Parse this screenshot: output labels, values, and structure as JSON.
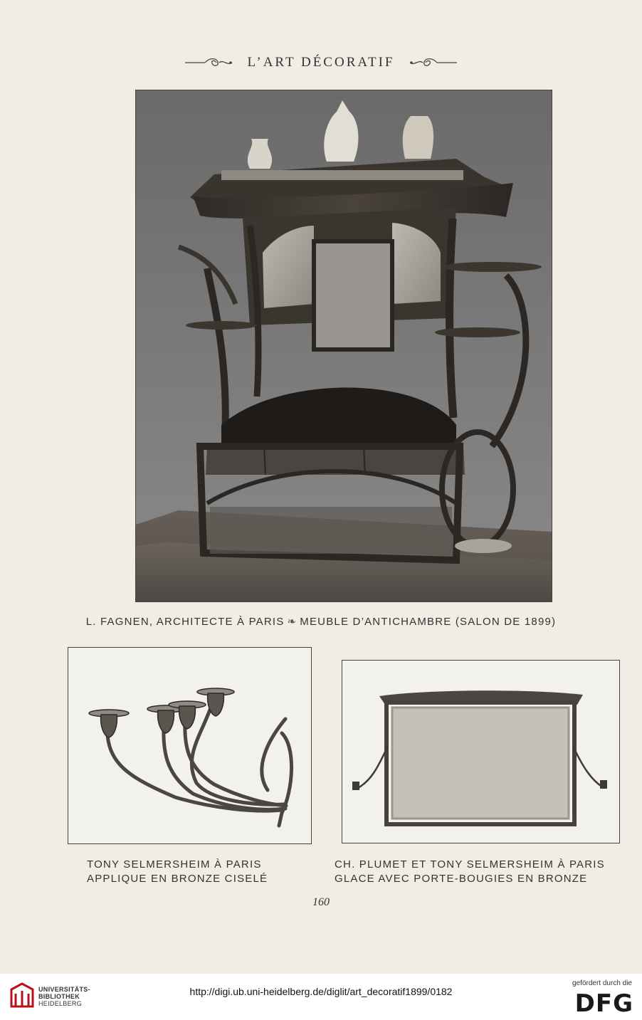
{
  "header": {
    "title": "L’ART DÉCORATIF"
  },
  "plates": {
    "main": {
      "caption_left": "L. FAGNEN, ARCHITECTE À PARIS",
      "caption_separator": "❧",
      "caption_right": "MEUBLE D’ANTICHAMBRE (SALON DE 1899)"
    },
    "left": {
      "caption_line1": "TONY SELMERSHEIM À PARIS",
      "caption_line2": "APPLIQUE EN BRONZE CISELÉ"
    },
    "right": {
      "caption_line1": "CH. PLUMET ET TONY SELMERSHEIM À PARIS",
      "caption_line2": "GLACE AVEC PORTE-BOUGIES EN BRONZE"
    }
  },
  "page_number": "160",
  "footer": {
    "library_line1": "UNIVERSITÄTS-",
    "library_line2": "BIBLIOTHEK",
    "library_line3": "HEIDELBERG",
    "url": "http://digi.ub.uni-heidelberg.de/diglit/art_decoratif1899/0182",
    "funded_by": "gefördert durch die",
    "funder_logo_text": "DFG"
  },
  "colors": {
    "paper": "#f1ede4",
    "ink": "#2a2824",
    "library_red": "#b5121b"
  },
  "icons": [
    "scroll-ornament-icon",
    "library-logo-icon"
  ]
}
